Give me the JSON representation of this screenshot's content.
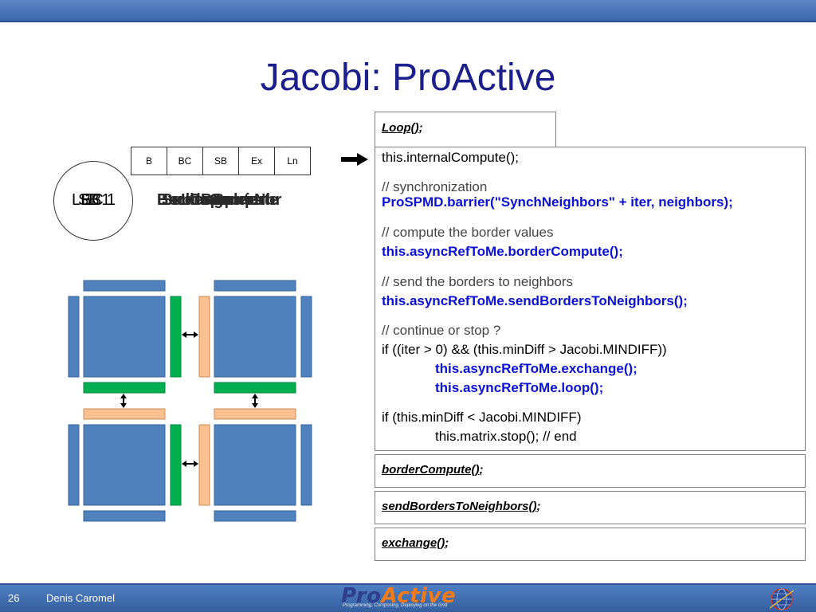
{
  "slide": {
    "title": "Jacobi: ProActive",
    "page_number": "26",
    "author": "Denis Caromel"
  },
  "loop_tab": {
    "name": "Loop()",
    "suffix": ";"
  },
  "code": {
    "lines": [
      {
        "text": "this.internalCompute();",
        "style": "normal"
      },
      {
        "text": "// synchronization",
        "style": "comment"
      },
      {
        "text": "ProSPMD.barrier(\"SynchNeighbors\" + iter, neighbors);",
        "style": "blue"
      },
      {
        "text": "// compute the border values",
        "style": "comment"
      },
      {
        "text": "this.asyncRefToMe.borderCompute();",
        "style": "blue"
      },
      {
        "text": "// send the borders to neighbors",
        "style": "comment"
      },
      {
        "text": "this.asyncRefToMe.sendBordersToNeighbors();",
        "style": "blue"
      },
      {
        "text": "// continue or stop ?",
        "style": "comment"
      },
      {
        "text": "if ((iter > 0) && (this.minDiff > Jacobi.MINDIFF))",
        "style": "normal"
      },
      {
        "text": "this.asyncRefToMe.exchange();",
        "style": "blue"
      },
      {
        "text": "this.asyncRefToMe.loop();",
        "style": "blue"
      },
      {
        "text": "if (this.minDiff < Jacobi.MINDIFF)",
        "style": "normal"
      },
      {
        "text": "this.matrix.stop(); // end",
        "style": "normal"
      }
    ]
  },
  "methods": {
    "border_compute": {
      "name": "borderCompute()",
      "suffix": ";"
    },
    "send_borders": {
      "name": "sendBordersToNeighbors()",
      "suffix": ";"
    },
    "exchange": {
      "name": "exchange()",
      "suffix": ";"
    }
  },
  "request_queue": [
    "B",
    "BC",
    "SB",
    "Ex",
    "Ln"
  ],
  "overlapping_labels": {
    "circle": [
      "LB",
      "SB",
      "EC",
      "B1",
      "1"
    ],
    "state": [
      "Exchange",
      "BorderCompute",
      "SendBorders",
      "Loop",
      "Compute",
      "Barrier",
      "Nbr"
    ]
  },
  "logo": {
    "pro": "Pro",
    "active": "Active",
    "tagline": "Programming, Composing, Deploying on the Grid"
  },
  "colors": {
    "block_blue": "#4f81bd",
    "border_green": "#00b050",
    "border_peach": "#fac090",
    "title_navy": "#1a1f8c",
    "code_blue": "#0a10d6"
  }
}
